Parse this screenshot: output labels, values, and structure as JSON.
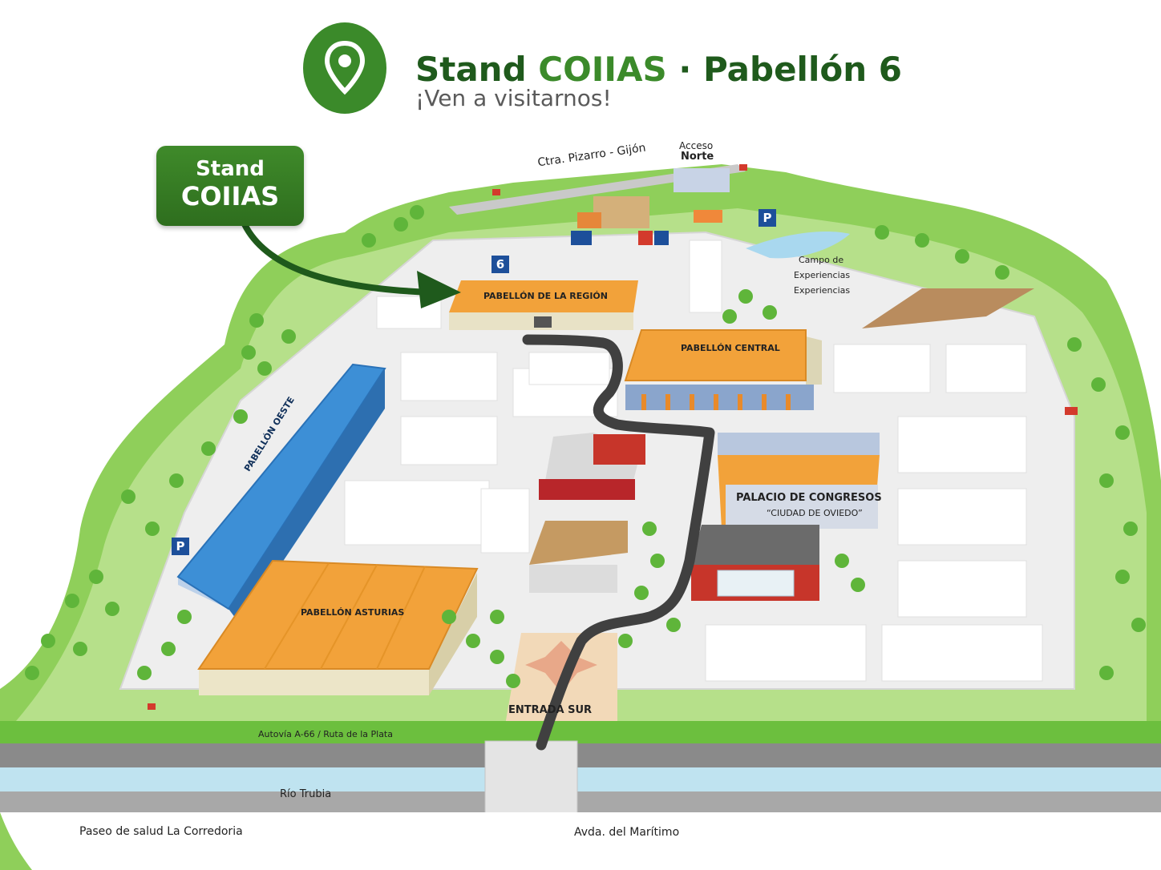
{
  "header": {
    "title_prefix": "Stand ",
    "title_brand": "COIIAS",
    "title_suffix": " · Pabellón 6",
    "subtitle": "¡Ven a visitarnos!"
  },
  "callout": {
    "line1": "Stand",
    "line2": "COIIAS"
  },
  "labels": {
    "road_north": "Ctra. Pizarro - Gijón",
    "acceso_norte_1": "Acceso",
    "acceso_norte_2": "Norte",
    "campo_1": "Campo de",
    "campo_2": "Experiencias",
    "campo_3": "Experiencias",
    "pav6_badge": "6",
    "parking": "P",
    "pab_region": "PABELLÓN DE LA REGIÓN",
    "pab_central": "PABELLÓN CENTRAL",
    "pab_oeste": "PABELLÓN OESTE",
    "palacio_1": "PALACIO DE CONGRESOS",
    "palacio_2": "“CIUDAD DE OVIEDO”",
    "pab_asturias": "PABELLÓN ASTURIAS",
    "entrada_sur": "ENTRADA SUR",
    "autovia": "Autovía A-66 / Ruta de la Plata",
    "rio": "Río Trubia",
    "paseo": "Paseo de salud La Corredoria",
    "avda": "Avda. del Marítimo"
  },
  "colors": {
    "brand_green": "#3b8a2a",
    "dark_green": "#1f5a1c",
    "pavilion_orange": "#f2a23a",
    "pavilion_blue": "#3d8fd6",
    "parking_blue": "#1d4f9a",
    "route": "#404040"
  },
  "icons": [
    "location-pin-icon",
    "arrow-icon",
    "parking-icon",
    "flag-icon",
    "tree-icon"
  ]
}
